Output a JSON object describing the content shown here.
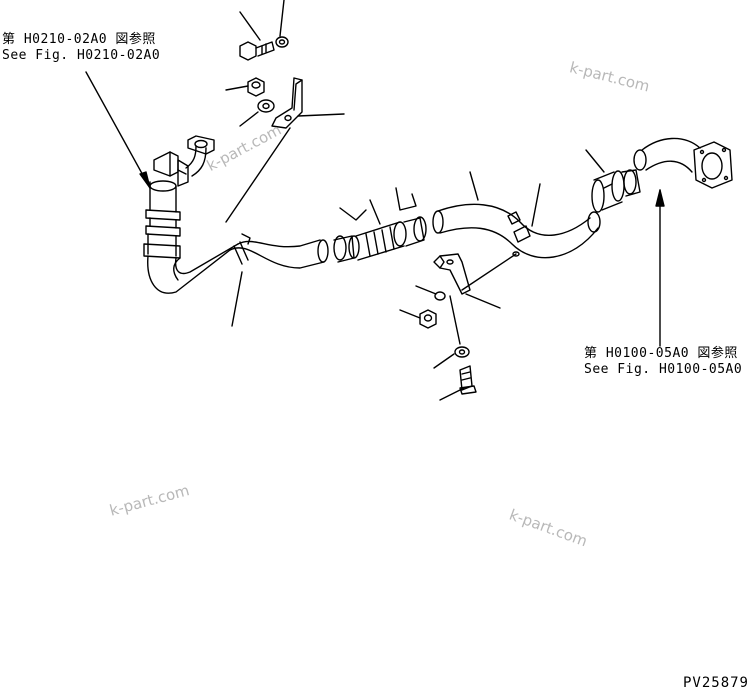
{
  "references": {
    "top_left": {
      "line1": "第 H0210-02A0 図参照",
      "line2": "See Fig. H0210-02A0"
    },
    "right": {
      "line1": "第 H0100-05A0 図参照",
      "line2": "See Fig. H0100-05A0"
    }
  },
  "watermark": "k-part.com",
  "drawing_code": "PV25879",
  "colors": {
    "line": "#000000",
    "watermark": "#b8b8b8"
  }
}
